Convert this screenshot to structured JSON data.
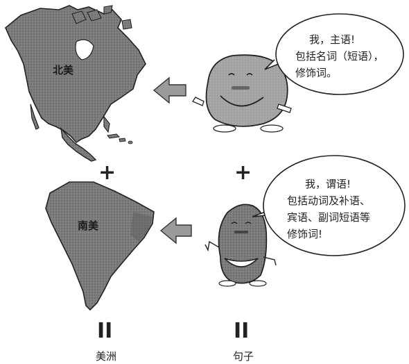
{
  "north_america": {
    "label": "北美"
  },
  "south_america": {
    "label": "南美"
  },
  "subject_bubble": {
    "lines": [
      "我，主语!",
      "包括名词（短语），",
      "修饰词。"
    ]
  },
  "predicate_bubble": {
    "lines": [
      "我，谓语!",
      "包括动词及补语、",
      "宾语、副词短语等",
      "修饰词!"
    ]
  },
  "symbols": {
    "plus": "+",
    "equals": "II"
  },
  "captions": {
    "left": "美洲",
    "right": "句子"
  }
}
